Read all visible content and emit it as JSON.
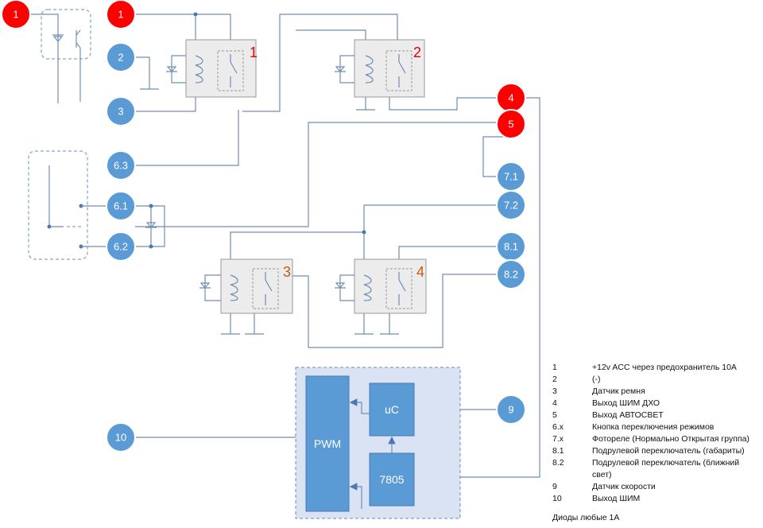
{
  "colors": {
    "node_red": "#ff0000",
    "node_blue": "#5b9bd5",
    "relay_red": "#e00000",
    "relay_orange": "#c55a11",
    "block_blue": "#5b9bd5",
    "frame_fill": "#dae3f3"
  },
  "nodes": {
    "n1_left": "1",
    "n1_right": "1",
    "n2": "2",
    "n3": "3",
    "n4": "4",
    "n5": "5",
    "n6_3": "6.3",
    "n6_1": "6.1",
    "n6_2": "6.2",
    "n7_1": "7.1",
    "n7_2": "7.2",
    "n8_1": "8.1",
    "n8_2": "8.2",
    "n9": "9",
    "n10": "10"
  },
  "relays": {
    "r1": "1",
    "r2": "2",
    "r3": "3",
    "r4": "4"
  },
  "blocks": {
    "pwm": "PWM",
    "uc": "uC",
    "reg": "7805"
  },
  "legend": [
    {
      "key": "1",
      "text": "+12v ACC через предохранитель 10А"
    },
    {
      "key": "2",
      "text": "(-)"
    },
    {
      "key": "3",
      "text": "Датчик ремня"
    },
    {
      "key": "4",
      "text": "Выход ШИМ ДХО"
    },
    {
      "key": "5",
      "text": "Выход АВТОСВЕТ"
    },
    {
      "key": "6.x",
      "text": "Кнопка переключения режимов"
    },
    {
      "key": "7.x",
      "text": "Фотореле (Нормально Открытая группа)"
    },
    {
      "key": "8.1",
      "text": "Подрулевой переключатель (габариты)"
    },
    {
      "key": "8.2",
      "text": "Подрулевой переключатель (ближний свет)"
    },
    {
      "key": "9",
      "text": "Датчик скорости"
    },
    {
      "key": "10",
      "text": "Выход ШИМ"
    }
  ],
  "note": "Диоды любые 1А"
}
